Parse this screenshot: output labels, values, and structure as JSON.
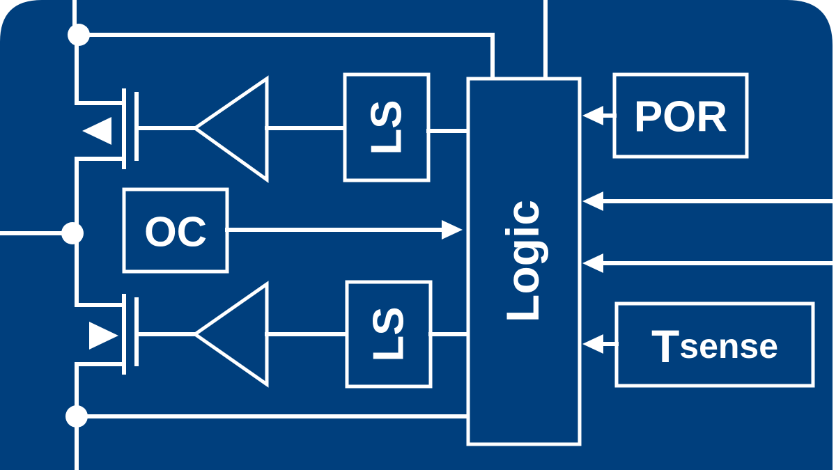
{
  "colors": {
    "background": "#003f7d",
    "line": "#ffffff",
    "page": "#ffffff"
  },
  "blocks": {
    "logic": "Logic",
    "level_shifter_top": "LS",
    "level_shifter_bottom": "LS",
    "overcurrent": "OC",
    "power_on_reset": "POR",
    "temp_sense_main": "T",
    "temp_sense_sub": "sense"
  }
}
